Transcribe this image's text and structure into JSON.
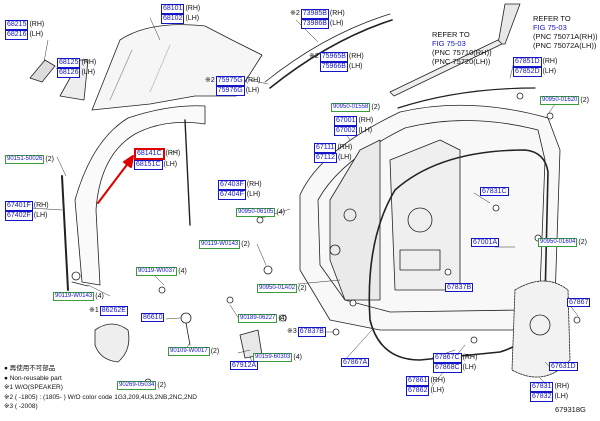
{
  "diagram_id": "679318G",
  "legend": {
    "line1": "● 再使用不可部品",
    "line2": "● Non-reusable part",
    "note1": "※1 W/O(SPEAKER)",
    "note2": "※2 (      -1805) : (1805-      ) W/O color code 1G3,209,4U3,2NB,2NC,2ND",
    "note3": "※3 (      -2008)"
  },
  "refer": {
    "a": [
      "REFER TO",
      "FIG 75-03",
      "(PNC 75071A(RH))",
      "(PNC 75072A(LH))"
    ],
    "b": [
      "REFER TO",
      "FIG 75-03",
      "(PNC 75710(RH))",
      "(PNC 75720(LH))"
    ]
  },
  "labels": {
    "p68101": "68101",
    "p68101s": "(RH)",
    "p68102": "68102",
    "p68102s": "(LH)",
    "p68215": "68215",
    "p68215s": "(RH)",
    "p68216": "68216",
    "p68216s": "(LH)",
    "p68125": "68125",
    "p68125s": "(RH)",
    "p68126": "68126",
    "p68126s": "(LH)",
    "p73985": "73985B",
    "p73985s": "(RH)",
    "p73986": "73986B",
    "p73986s": "(LH)",
    "p75965": "75965B",
    "p75965s": "(RH)",
    "p75966": "75966B",
    "p75966s": "(LH)",
    "p75975": "75975G",
    "p75975s": "(RH)",
    "p75976": "75976G",
    "p75976s": "(LH)",
    "p67851": "67851D",
    "p67851s": "(RH)",
    "p67852": "67852D",
    "p67852s": "(LH)",
    "g90950a": "90950-01558",
    "g90950as": "(2)",
    "g90950b": "90950-01620",
    "g90950bs": "(2)",
    "p67001": "67001",
    "p67001s": "(RH)",
    "p67002": "67002",
    "p67002s": "(LH)",
    "p68141": "68141C",
    "p68141s": "(RH)",
    "p68151": "68151C",
    "p68151s": "(LH)",
    "p67111": "67111",
    "p67111s": "(RH)",
    "p67112": "67112",
    "p67112s": "(LH)",
    "g90151": "90151-50026",
    "g90151s": "(2)",
    "p67401": "67401F",
    "p67401s": "(RH)",
    "p67402": "67402F",
    "p67402s": "(LH)",
    "p67403": "67403F",
    "p67403s": "(RH)",
    "p67404": "67404F",
    "p67404s": "(LH)",
    "p67831a": "67831C",
    "g90950c": "90950-06105",
    "g90950cs": "(4)",
    "g90119a": "90119-W0143",
    "g90119as": "(2)",
    "g90119b": "90119-W0037",
    "g90119bs": "(4)",
    "g90119c": "90119-W0143",
    "g90119cs": "(4)",
    "p67001a": "67001A",
    "g90950d": "90950-01604",
    "g90950ds": "(2)",
    "p67837b": "67837B",
    "g90950e": "90950-01A02",
    "g90950es": "(2)",
    "p86262": "86262E",
    "p86610": "86610",
    "g90189": "90189-06227",
    "g90189s": "(4)",
    "p67837b2": "67837B",
    "p67837b2p": "※3",
    "p67867": "67867",
    "g90109": "90109-W0017",
    "g90109s": "(2)",
    "g90159": "90159-60303",
    "g90159s": "(4)",
    "p67912": "67912A",
    "p67867a": "67867A",
    "p67867c": "67867C",
    "p67867cs": "(RH)",
    "p67868c": "67868C",
    "p67868cs": "(LH)",
    "p67631": "67631D",
    "g90269": "90269-05034",
    "g90269s": "(2)",
    "p67861": "67861",
    "p67861s": "(RH)",
    "p67862": "67862",
    "p67862s": "(LH)",
    "p67831b": "67831",
    "p67831bs": "(RH)",
    "p67832": "67832",
    "p67832s": "(LH)",
    "m1": "※1",
    "m2a": "※2",
    "m2b": "※2",
    "m2c": "※2"
  }
}
